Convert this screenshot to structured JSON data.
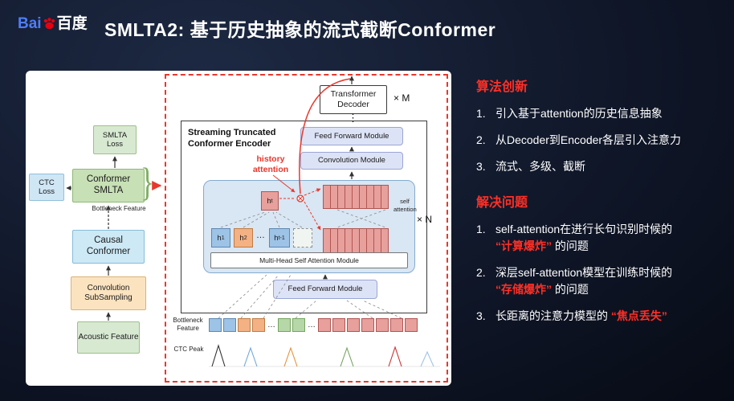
{
  "palette": {
    "background": "#0b101e",
    "accent_red": "#e8382d",
    "text_red": "#ff2f26",
    "baidu_blue": "#4f7df9",
    "baidu_paw_red": "#e60012",
    "green_box": "#c8e0b6",
    "light_green_box": "#d8e9d2",
    "blue_box": "#cde9f6",
    "light_blue_box": "#cfe6f5",
    "orange_box": "#fbe3c0",
    "lavender_module": "#dde3f6",
    "attention_region": "#d9e6f3",
    "red_cell": "#e8a09c",
    "blue_cell": "#9dc3e6",
    "orange_cell": "#f4b183",
    "green_cell": "#b6d7a8"
  },
  "header": {
    "logo_bai": "Bai",
    "logo_du": "百度",
    "title": "SMLTA2: 基于历史抽象的流式截断Conformer"
  },
  "flow": {
    "smlta_loss": "SMLTA Loss",
    "ctc_loss": "CTC Loss",
    "conformer_smlta": "Conformer SMLTA",
    "bottleneck_feature": "Bottleneck Feature",
    "causal_conformer": "Causal Conformer",
    "convolution_subsampling": "Convolution SubSampling",
    "acoustic_feature": "Acoustic Feature",
    "brace": "}"
  },
  "encoder": {
    "title": "Streaming Truncated Conformer Encoder",
    "transformer_decoder": "Transformer Decoder",
    "times_m": "× M",
    "vdots": "⋮",
    "feed_forward_top": "Feed Forward Module",
    "convolution_module": "Convolution Module",
    "history_attention": "history attention",
    "self_attention": "self attention",
    "times_n": "× N",
    "mhsa": "Multi-Head Self Attention Module",
    "feed_forward_bottom": "Feed Forward Module",
    "hdots": "…",
    "cells": {
      "ht": {
        "base": "h",
        "sub": "t"
      },
      "h1": {
        "base": "h",
        "sub": "1"
      },
      "h2": {
        "base": "h",
        "sub": "2"
      },
      "htm1": {
        "base": "h",
        "sub": "t-1"
      }
    }
  },
  "footer_labels": {
    "bottleneck_feature": "Bottleneck Feature",
    "ctc_peak": "CTC Peak",
    "dots1": "…",
    "dots2": "…"
  },
  "right_panel": {
    "algorithm": {
      "heading": "算法创新",
      "items": [
        {
          "num": "1.",
          "text": "引入基于attention的历史信息抽象"
        },
        {
          "num": "2.",
          "text": "从Decoder到Encoder各层引入注意力"
        },
        {
          "num": "3.",
          "text": "流式、多级、截断"
        }
      ]
    },
    "problems": {
      "heading": "解决问题",
      "items": [
        {
          "num": "1.",
          "pre": "self-attention在进行长句识别时候的",
          "highlight": "“计算爆炸”",
          "post": " 的问题"
        },
        {
          "num": "2.",
          "pre": "深层self-attention模型在训练时候的",
          "highlight": "“存储爆炸”",
          "post": " 的问题"
        },
        {
          "num": "3.",
          "pre": "长距离的注意力模型的 ",
          "highlight": "“焦点丢失”",
          "post": ""
        }
      ]
    }
  }
}
